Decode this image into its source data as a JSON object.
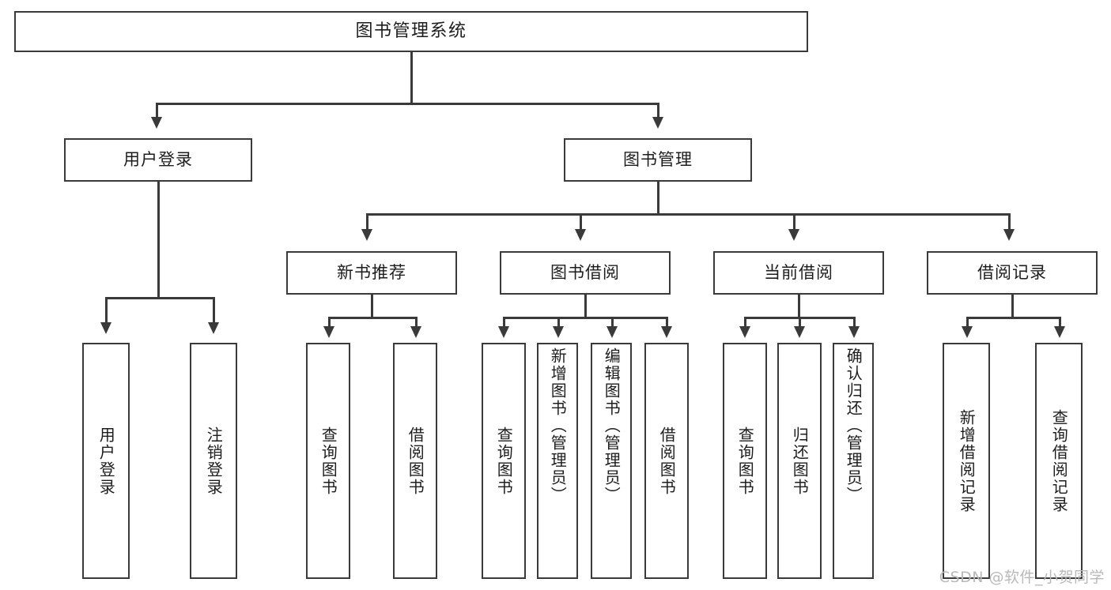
{
  "diagram": {
    "type": "tree",
    "title": "图书管理系统",
    "root": {
      "label": "图书管理系统"
    },
    "level2": [
      {
        "label": "用户登录"
      },
      {
        "label": "图书管理"
      }
    ],
    "level3": [
      {
        "label": "新书推荐"
      },
      {
        "label": "图书借阅"
      },
      {
        "label": "当前借阅"
      },
      {
        "label": "借阅记录"
      }
    ],
    "leaves": {
      "user_login": [
        {
          "label": "用户登录"
        },
        {
          "label": "注销登录"
        }
      ],
      "new_book_recommend": [
        {
          "label": "查询图书"
        },
        {
          "label": "借阅图书"
        }
      ],
      "book_borrow": [
        {
          "label": "查询图书"
        },
        {
          "label": "新增图书（管理员）"
        },
        {
          "label": "编辑图书（管理员）"
        },
        {
          "label": "借阅图书"
        }
      ],
      "current_borrow": [
        {
          "label": "查询图书"
        },
        {
          "label": "归还图书"
        },
        {
          "label": "确认归还（管理员）"
        }
      ],
      "borrow_record": [
        {
          "label": "新增借阅记录"
        },
        {
          "label": "查询借阅记录"
        }
      ]
    }
  },
  "watermark": {
    "text": "CSDN @软件_小贺同学"
  },
  "colors": {
    "stroke": "#3a3a3a",
    "text": "#1d1d1d",
    "background": "#ffffff",
    "watermark": "#b9b9b9"
  }
}
